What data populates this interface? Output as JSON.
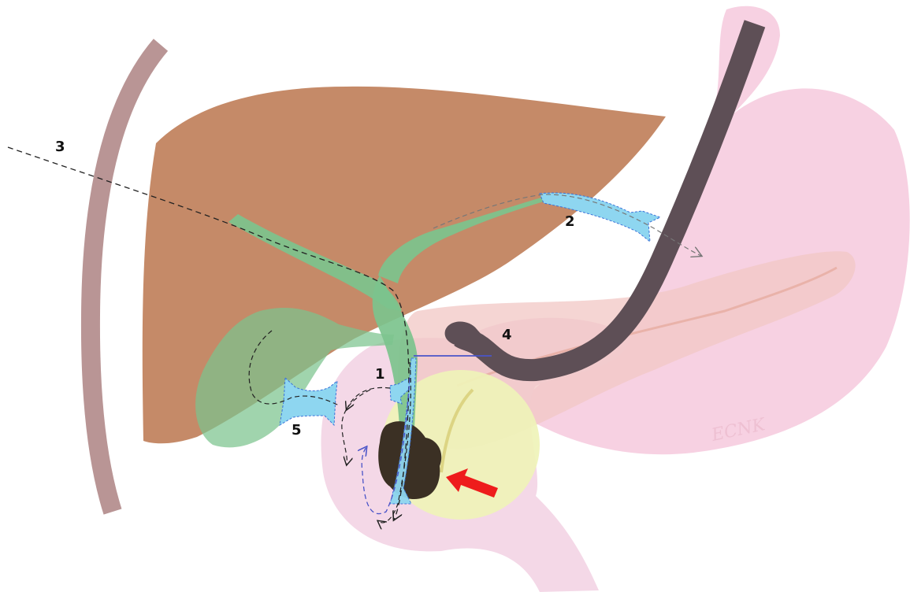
{
  "labels": {
    "l1": "1",
    "l2": "2",
    "l3": "3",
    "l4": "4",
    "l5": "5"
  },
  "watermark": "ECNK",
  "colors": {
    "liver": "#c58a68",
    "bile_ducts": "#7cc38d",
    "stent": "#8ed6f0",
    "stomach": "#f6cde0",
    "pancreas": "#f1c7c4",
    "duodenum": "#f3d6e6",
    "pancreatic_head": "#eff3b9",
    "endoscope": "#5e4f56",
    "stone": "#3b3024",
    "rib": "#b99595",
    "arrow": "#ee1c1c"
  }
}
